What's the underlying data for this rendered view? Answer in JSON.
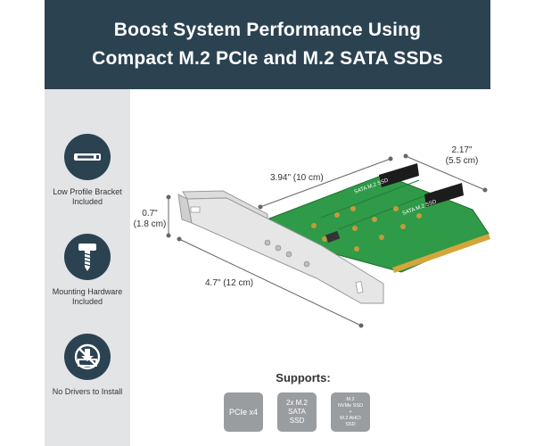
{
  "header": {
    "title_line1": "Boost System Performance Using",
    "title_line2": "Compact M.2 PCIe and M.2 SATA SSDs"
  },
  "sidebar": {
    "features": [
      {
        "icon": "bracket-icon",
        "label_line1": "Low Profile Bracket",
        "label_line2": "Included"
      },
      {
        "icon": "screw-icon",
        "label_line1": "Mounting Hardware",
        "label_line2": "Included"
      },
      {
        "icon": "no-drivers-icon",
        "label_line1": "No Drivers to Install",
        "label_line2": ""
      }
    ]
  },
  "dimensions": {
    "width_long": "3.94\" (10 cm)",
    "depth_in": "2.17\"",
    "depth_cm": "(5.5 cm)",
    "height_in": "0.7\"",
    "height_cm": "(1.8 cm)",
    "length": "4.7\" (12 cm)"
  },
  "board": {
    "silk_label_1": "SATA M.2 SSD",
    "silk_label_2": "SATA M.2 SSD"
  },
  "supports": {
    "title": "Supports:",
    "badges": [
      {
        "lines": [
          "PCIe x4"
        ]
      },
      {
        "lines": [
          "2x M.2",
          "SATA",
          "SSD"
        ]
      },
      {
        "lines": [
          "M.2",
          "NVMe SSD",
          "+",
          "M.2 AHCI",
          "SSD"
        ]
      }
    ]
  },
  "colors": {
    "header_bg": "#2b4251",
    "sidebar_bg": "#e3e4e6",
    "icon_bg": "#2b4251",
    "pcb_green": "#2f9a48",
    "badge_bg": "#9a9da0"
  }
}
